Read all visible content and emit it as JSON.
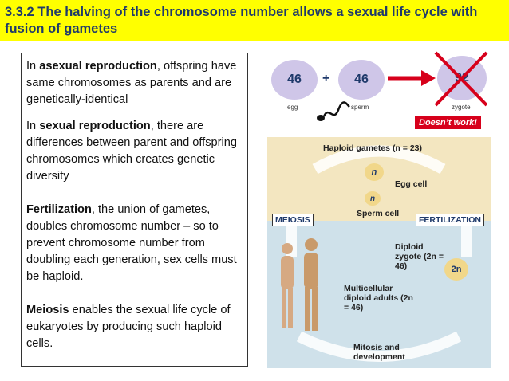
{
  "title": "3.3.2 The halving of the chromosome number allows a sexual life cycle with fusion of gametes",
  "paragraphs": {
    "asexual": {
      "pre": "In ",
      "term": "asexual reproduction",
      "post": ", offspring have same chromosomes as parents and are genetically-identical"
    },
    "sexual": {
      "pre": "In ",
      "term": "sexual reproduction",
      "post": ", there are differences between parent and offspring chromosomes which creates genetic diversity"
    },
    "fertilization": {
      "pre": "",
      "term": "Fertilization",
      "post": ", the union of gametes, doubles chromosome number – so to prevent chromosome number from doubling each generation, sex cells must be haploid."
    },
    "meiosis": {
      "pre": "",
      "term": "Meiosis",
      "post": " enables the sexual life cycle of eukaryotes by producing such haploid cells."
    }
  },
  "diagram": {
    "egg_number": "46",
    "sperm_number": "46",
    "plus": "+",
    "zygote_number": "92",
    "egg_label": "egg",
    "sperm_label": "sperm",
    "zygote_label": "zygote",
    "warning": "Doesn’t work!"
  },
  "lifecycle": {
    "haploid_gametes": "Haploid gametes (n = 23)",
    "n1": "n",
    "egg_cell": "Egg cell",
    "n2": "n",
    "sperm_cell": "Sperm cell",
    "meiosis": "MEIOSIS",
    "fertilization": "FERTILIZATION",
    "diploid_zygote": "Diploid zygote (2n = 46)",
    "two_n": "2n",
    "adults": "Multicellular diploid adults (2n = 46)",
    "mitosis": "Mitosis and development"
  },
  "colors": {
    "title_bar": "#ffff00",
    "title_text": "#1f3a6b",
    "circle": "#cfc6e8",
    "warning": "#d7001b",
    "cross": "#d7001b"
  }
}
